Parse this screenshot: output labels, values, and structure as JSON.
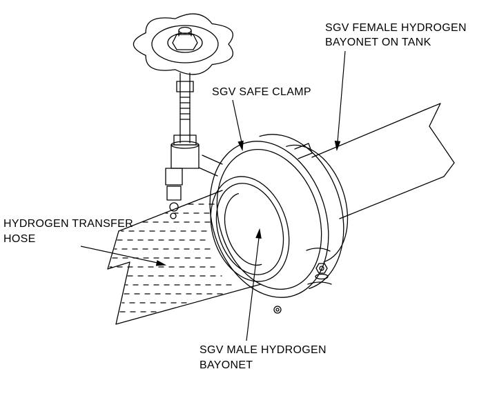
{
  "page": {
    "background": "#ffffff",
    "ink": "#000000"
  },
  "labels": {
    "female_bayonet": {
      "line1": "SGV FEMALE HYDROGEN",
      "line2": "BAYONET ON TANK"
    },
    "safe_clamp": {
      "line1": "SGV SAFE CLAMP"
    },
    "transfer_hose": {
      "line1": "HYDROGEN TRANSFER",
      "line2": "HOSE"
    },
    "male_bayonet": {
      "line1": "SGV MALE HYDROGEN",
      "line2": "BAYONET"
    }
  }
}
